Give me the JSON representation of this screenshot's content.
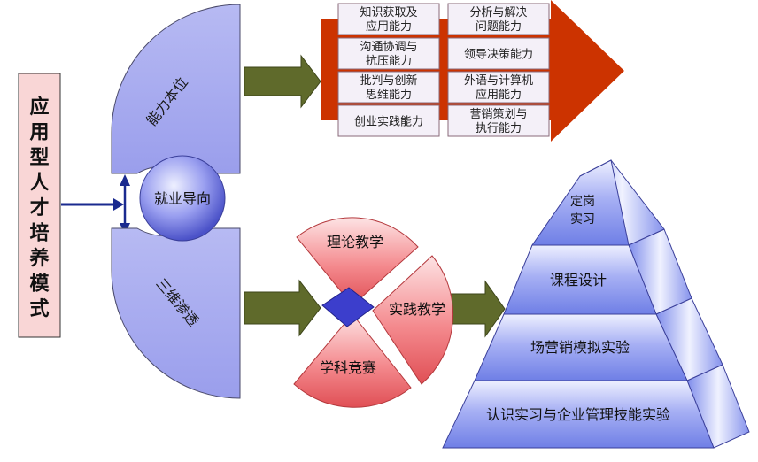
{
  "model_title": [
    "应",
    "用",
    "型",
    "人",
    "才",
    "培",
    "养",
    "模",
    "式"
  ],
  "upper_half_label": "能力本位",
  "lower_half_label": "三维渗透",
  "center_label": "就业导向",
  "ability_boxes": [
    [
      "知识获取及",
      "应用能力"
    ],
    [
      "分析与解决",
      "问题能力"
    ],
    [
      "沟通协调与",
      "抗压能力"
    ],
    [
      "领导决策能力"
    ],
    [
      "批判与创新",
      "思维能力"
    ],
    [
      "外语与计算机",
      "应用能力"
    ],
    [
      "创业实践能力"
    ],
    [
      "营销策划与",
      "执行能力"
    ]
  ],
  "sectors": {
    "top": "理论教学",
    "right": "实践教学",
    "bottom": "学科竞赛"
  },
  "pyramid_levels": [
    [
      "定岗",
      "实习"
    ],
    [
      "课程设计"
    ],
    [
      "场营销模拟实验"
    ],
    [
      "认识实习与企业管理技能实验"
    ]
  ],
  "colors": {
    "title_box_fill": "#f9d6d6",
    "half_disc_fill": "#a9acef",
    "arrow_green": "#5f6a2b",
    "red_arrow": "#cc3300",
    "sector_red": "#ee6e73",
    "pyramid_blue": "#8a97f0",
    "navy": "#1a2a8f"
  }
}
